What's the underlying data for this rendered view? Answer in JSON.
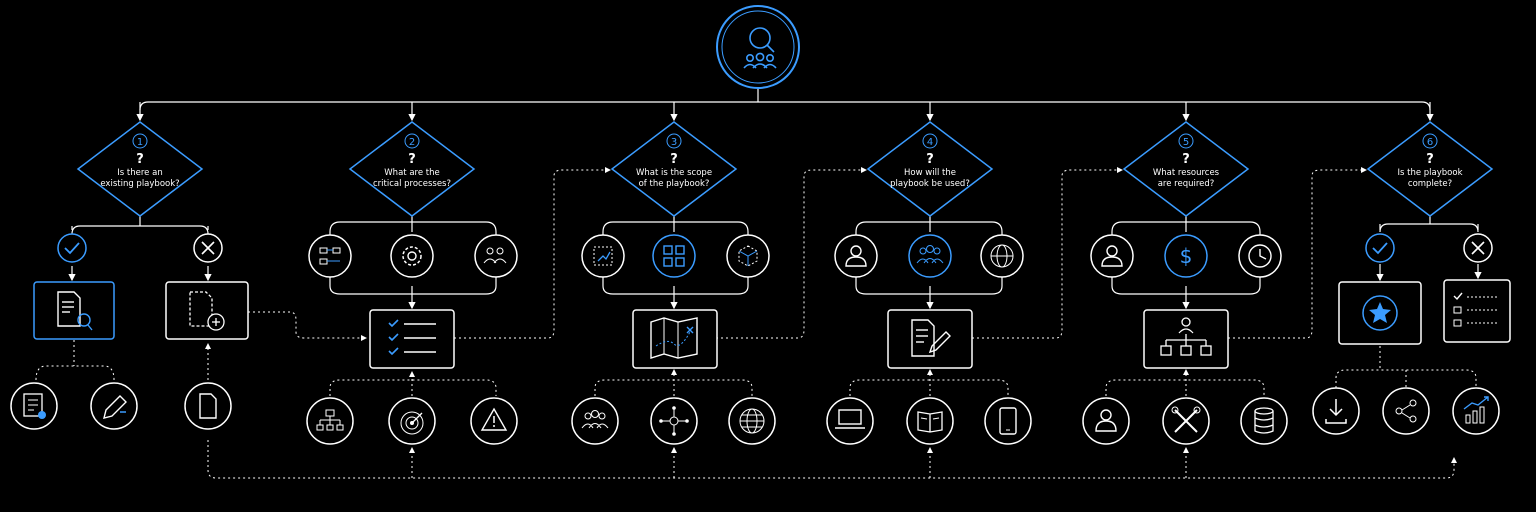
{
  "questions": [
    {
      "num": "1",
      "mark": "?",
      "line1": "Is there an",
      "line2": "existing playbook?"
    },
    {
      "num": "2",
      "mark": "?",
      "line1": "What are the",
      "line2": "critical processes?"
    },
    {
      "num": "3",
      "mark": "?",
      "line1": "What is the scope",
      "line2": "of the playbook?"
    },
    {
      "num": "4",
      "mark": "?",
      "line1": "How will the",
      "line2": "playbook be used?"
    },
    {
      "num": "5",
      "mark": "?",
      "line1": "What resources",
      "line2": "are required?"
    },
    {
      "num": "6",
      "mark": "?",
      "line1": "Is the playbook",
      "line2": "complete?"
    }
  ],
  "root_icon": "search-team-icon",
  "colors": {
    "accent": "#3b9cff",
    "line": "#ffffff",
    "background": "#000000"
  }
}
